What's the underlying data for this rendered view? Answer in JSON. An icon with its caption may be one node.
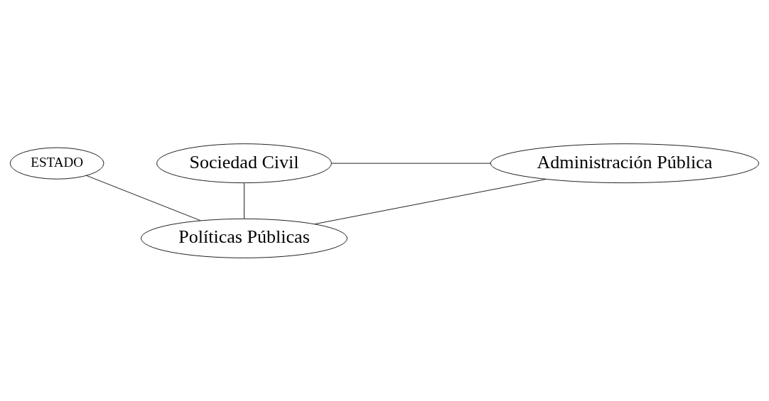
{
  "diagram": {
    "nodes": [
      {
        "text": [
          "ESTADO"
        ]
      },
      {
        "text": [
          "Sociedad Civil"
        ]
      },
      {
        "text": [
          "Administración Pública"
        ]
      },
      {
        "text": [
          "Políticas Públicas"
        ]
      }
    ],
    "edges": [
      {
        "from": 0,
        "to": 3,
        "arrow": "none"
      },
      {
        "from": 1,
        "to": 2,
        "arrow": "none"
      },
      {
        "from": 1,
        "to": 3,
        "arrow": "none"
      },
      {
        "from": 2,
        "to": 3,
        "arrow": "none"
      }
    ]
  }
}
